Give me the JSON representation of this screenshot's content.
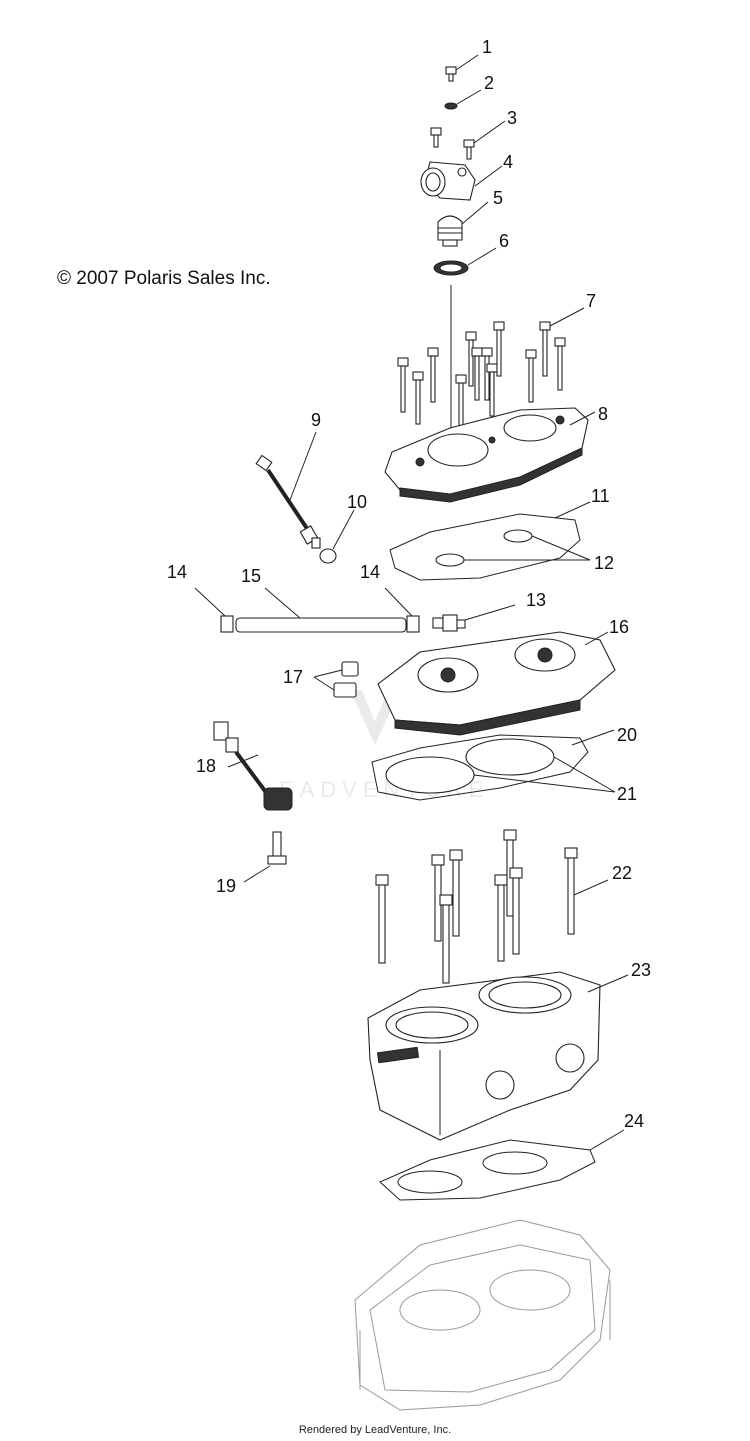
{
  "copyright": "© 2007 Polaris Sales Inc.",
  "footer": "Rendered by LeadVenture, Inc.",
  "watermark": "LEADVENTURE",
  "callouts": {
    "c1": "1",
    "c2": "2",
    "c3": "3",
    "c4": "4",
    "c5": "5",
    "c6": "6",
    "c7": "7",
    "c8": "8",
    "c9": "9",
    "c10": "10",
    "c11": "11",
    "c12": "12",
    "c13": "13",
    "c14a": "14",
    "c14b": "14",
    "c15": "15",
    "c16": "16",
    "c17": "17",
    "c18": "18",
    "c19": "19",
    "c20": "20",
    "c21": "21",
    "c22": "22",
    "c23": "23",
    "c24": "24"
  }
}
